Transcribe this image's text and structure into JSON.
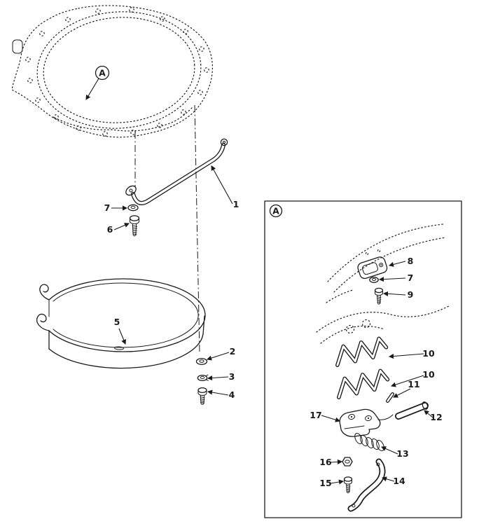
{
  "colors": {
    "ink": "#1a1a1a",
    "paper": "#ffffff"
  },
  "figure": {
    "detail_marker_main": "A",
    "detail_marker_box": "A",
    "labels": {
      "part1": "1",
      "part2": "2",
      "part3": "3",
      "part4": "4",
      "part5": "5",
      "part6": "6",
      "part7_main": "7",
      "part7_detail": "7",
      "part8": "8",
      "part9": "9",
      "part10_upper": "10",
      "part10_lower": "10",
      "part11": "11",
      "part12": "12",
      "part13": "13",
      "part14": "14",
      "part15": "15",
      "part16": "16",
      "part17": "17"
    }
  }
}
